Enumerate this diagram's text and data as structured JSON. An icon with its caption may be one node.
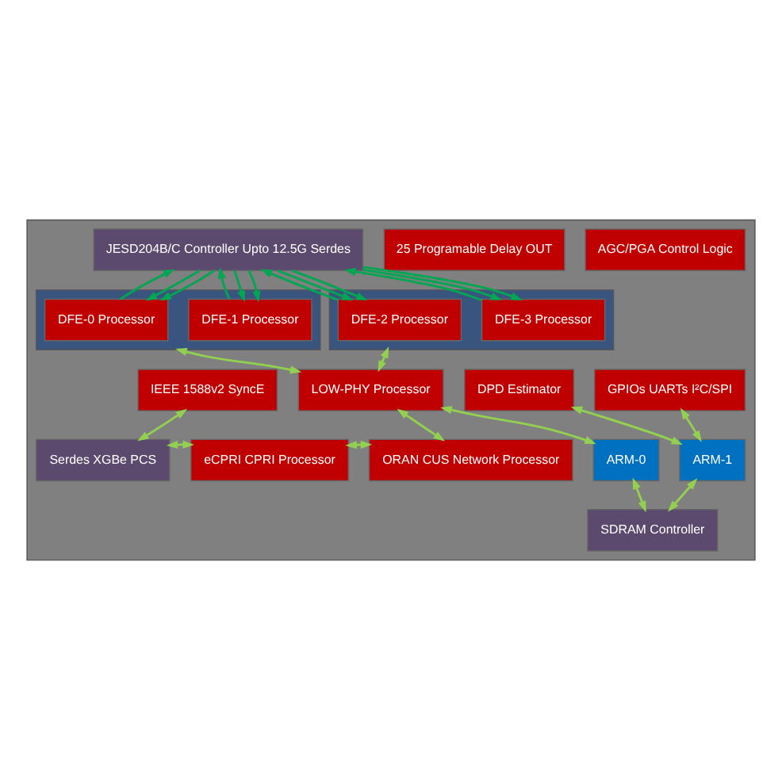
{
  "diagram": {
    "nodes": [
      {
        "text": [],
        "shape": "box"
      },
      {
        "text": [
          "JESD204B/C Controller Upto 12.5G Serdes"
        ],
        "in": 0
      },
      {
        "text": [
          "25 Programable Delay OUT"
        ],
        "in": 0
      },
      {
        "text": [
          "AGC/PGA Control Logic"
        ],
        "in": 0
      },
      {
        "text": [],
        "shape": "box",
        "in": 0
      },
      {
        "text": [
          "DFE-0 Processor"
        ],
        "in": 4
      },
      {
        "text": [
          "DFE-1 Processor"
        ],
        "in": 4
      },
      {
        "text": [],
        "shape": "box",
        "in": 0
      },
      {
        "text": [
          "DFE-2 Processor"
        ],
        "in": 7
      },
      {
        "text": [
          "DFE-3 Processor"
        ],
        "in": 7
      },
      {
        "text": [
          "IEEE 1588v2 SyncE"
        ],
        "in": 0
      },
      {
        "text": [
          "LOW-PHY Processor"
        ],
        "in": 0
      },
      {
        "text": [
          "DPD Estimator"
        ],
        "in": 0
      },
      {
        "text": [
          "GPIOs UARTs I²C/SPI"
        ],
        "in": 0
      },
      {
        "text": [
          "Serdes XGBe PCS"
        ],
        "in": 0
      },
      {
        "text": [
          "eCPRI CPRI Processor"
        ],
        "in": 0
      },
      {
        "text": [
          "ORAN CUS Network Processor"
        ],
        "in": 0
      },
      {
        "text": [
          "ARM-0"
        ],
        "in": 0
      },
      {
        "text": [
          "ARM-1"
        ],
        "in": 0
      },
      {
        "text": [
          "SDRAM Controller"
        ],
        "in": 0
      }
    ],
    "edges": [
      {
        "from": 1,
        "to": 5,
        "arrow": "to"
      },
      {
        "from": 5,
        "to": 1,
        "arrow": "to"
      },
      {
        "from": 1,
        "to": 5,
        "arrow": "to"
      },
      {
        "from": 1,
        "to": 6,
        "arrow": "to"
      },
      {
        "from": 6,
        "to": 1,
        "arrow": "to"
      },
      {
        "from": 1,
        "to": 6,
        "arrow": "to"
      },
      {
        "from": 1,
        "to": 8,
        "arrow": "to"
      },
      {
        "from": 8,
        "to": 1,
        "arrow": "to"
      },
      {
        "from": 1,
        "to": 8,
        "arrow": "to"
      },
      {
        "from": 1,
        "to": 9,
        "arrow": "to"
      },
      {
        "from": 9,
        "to": 1,
        "arrow": "to"
      },
      {
        "from": 1,
        "to": 9,
        "arrow": "to"
      },
      {
        "from": 4,
        "to": 11,
        "arrow": "both",
        "color": "#92d050"
      },
      {
        "from": 7,
        "to": 11,
        "arrow": "both",
        "color": "#92d050"
      },
      {
        "from": 10,
        "to": 14,
        "arrow": "both",
        "color": "#92d050"
      },
      {
        "from": 14,
        "to": 15,
        "arrow": "both",
        "color": "#92d050"
      },
      {
        "from": 15,
        "to": 16,
        "arrow": "both",
        "color": "#92d050"
      },
      {
        "from": 11,
        "to": 16,
        "arrow": "both",
        "color": "#92d050"
      },
      {
        "from": 11,
        "to": 17,
        "arrow": "both",
        "color": "#92d050"
      },
      {
        "from": 12,
        "to": 18,
        "arrow": "both",
        "color": "#92d050"
      },
      {
        "from": 13,
        "to": 18,
        "arrow": "both",
        "color": "#92d050"
      },
      {
        "from": 17,
        "to": 19,
        "arrow": "both",
        "color": "#92d050"
      },
      {
        "from": 18,
        "to": 19,
        "arrow": "both",
        "color": "#92d050"
      }
    ]
  }
}
